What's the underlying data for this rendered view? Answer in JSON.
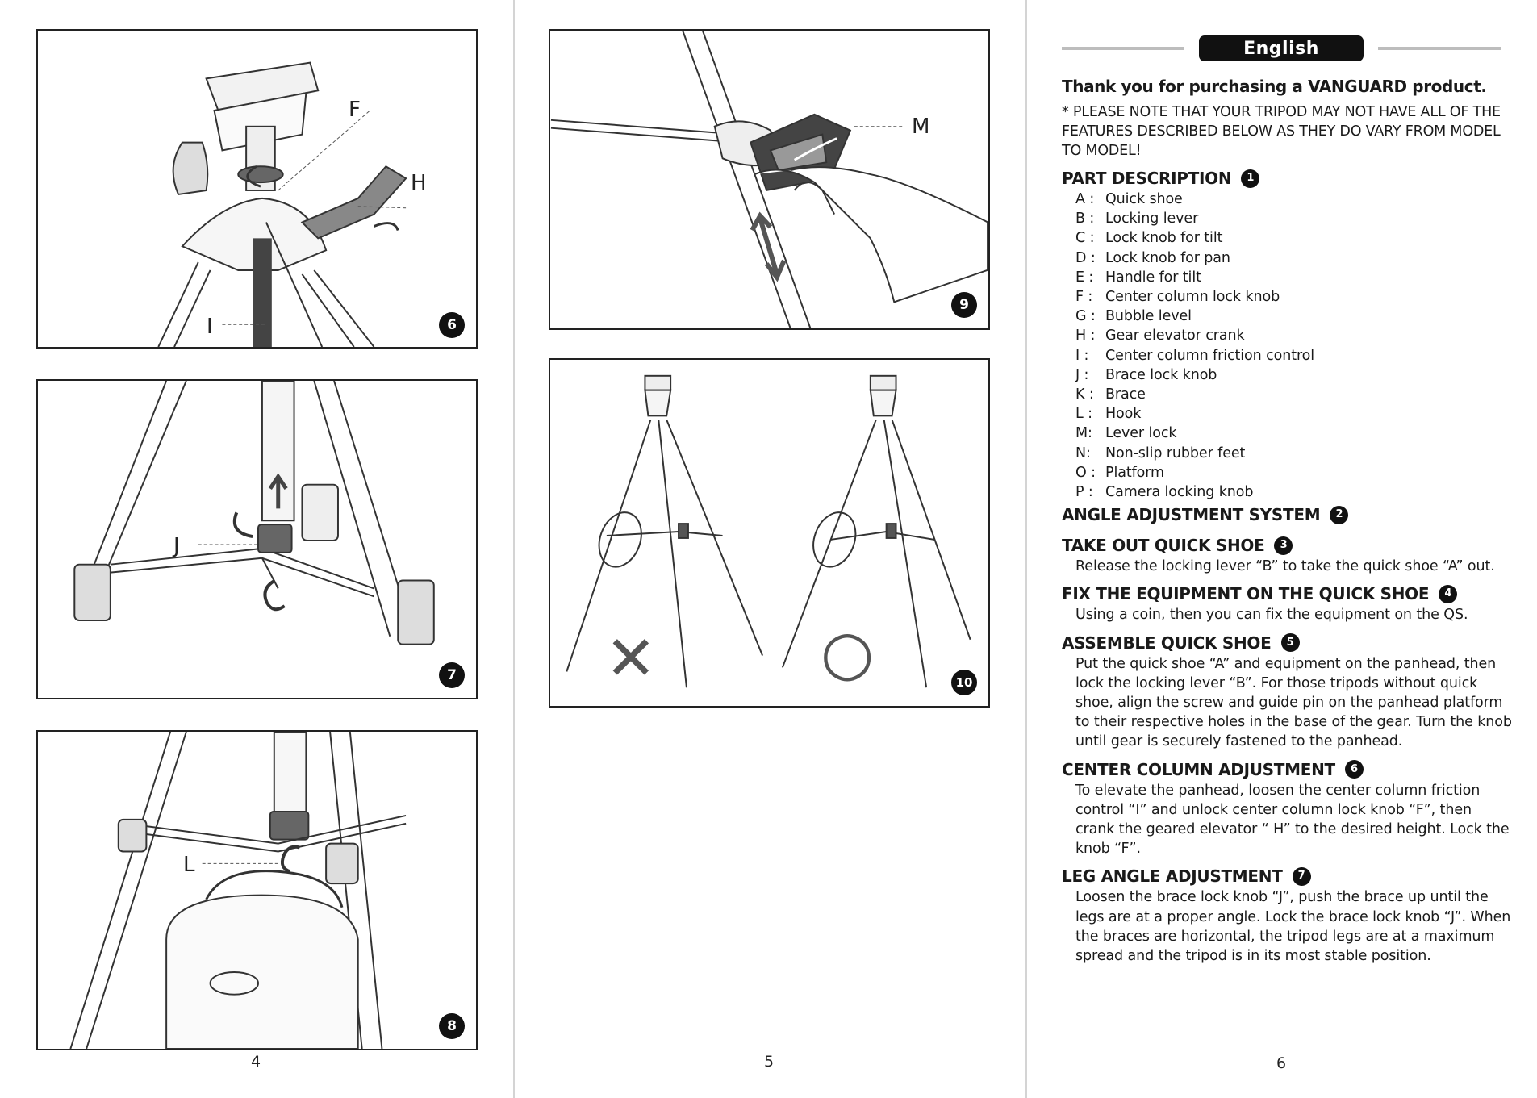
{
  "left_page": {
    "figures": [
      {
        "number": "6",
        "callouts": [
          "F",
          "H",
          "I"
        ]
      },
      {
        "number": "7",
        "callouts": [
          "J"
        ]
      },
      {
        "number": "8",
        "callouts": [
          "L"
        ]
      }
    ],
    "page_number": "4"
  },
  "mid_page": {
    "figures": [
      {
        "number": "9",
        "callouts": [
          "M"
        ]
      },
      {
        "number": "10",
        "callouts": []
      }
    ],
    "wrong_mark": "✕",
    "right_mark": "○",
    "page_number": "5"
  },
  "right_page": {
    "language_label": "English",
    "thanks": "Thank you for purchasing a VANGUARD product.",
    "note": "* PLEASE NOTE THAT YOUR TRIPOD MAY NOT HAVE ALL OF THE FEATURES DESCRIBED BELOW AS THEY DO VARY FROM MODEL TO MODEL!",
    "part_description": {
      "title": "PART DESCRIPTION",
      "badge": "1",
      "items": [
        {
          "letter": "A :",
          "text": "Quick shoe"
        },
        {
          "letter": "B :",
          "text": "Locking lever"
        },
        {
          "letter": "C :",
          "text": "Lock knob for tilt"
        },
        {
          "letter": "D :",
          "text": "Lock knob for pan"
        },
        {
          "letter": "E :",
          "text": "Handle for tilt"
        },
        {
          "letter": "F :",
          "text": "Center column lock knob"
        },
        {
          "letter": "G :",
          "text": "Bubble level"
        },
        {
          "letter": "H :",
          "text": "Gear elevator crank"
        },
        {
          "letter": "I :",
          "text": "Center column friction control"
        },
        {
          "letter": "J :",
          "text": "Brace lock knob"
        },
        {
          "letter": "K :",
          "text": "Brace"
        },
        {
          "letter": "L :",
          "text": "Hook"
        },
        {
          "letter": "M:",
          "text": "Lever lock"
        },
        {
          "letter": "N:",
          "text": "Non-slip rubber feet"
        },
        {
          "letter": "O :",
          "text": "Platform"
        },
        {
          "letter": "P :",
          "text": "Camera locking knob"
        }
      ]
    },
    "sections": [
      {
        "title": "ANGLE ADJUSTMENT SYSTEM",
        "badge": "2",
        "body": ""
      },
      {
        "title": "TAKE OUT QUICK SHOE",
        "badge": "3",
        "body": "Release the locking lever “B” to take the quick shoe “A” out."
      },
      {
        "title": "FIX THE EQUIPMENT ON THE QUICK SHOE",
        "badge": "4",
        "body": "Using a coin, then you can fix the equipment on the QS."
      },
      {
        "title": "ASSEMBLE QUICK SHOE",
        "badge": "5",
        "body": "Put the quick shoe “A” and equipment on the panhead, then lock the locking lever “B”.  For those tripods without quick shoe, align the screw and guide pin on the panhead platform to their respective holes in the base of the gear. Turn the knob until gear is securely fastened to the panhead."
      },
      {
        "title": "CENTER COLUMN ADJUSTMENT",
        "badge": "6",
        "body": "To elevate the panhead, loosen the center column friction control “I” and unlock center column lock knob “F”, then crank the geared elevator “ H” to the desired height. Lock the knob “F”."
      },
      {
        "title": "LEG ANGLE ADJUSTMENT",
        "badge": "7",
        "body": "Loosen the brace lock knob “J”, push the brace up until the legs are at a proper angle. Lock the brace lock knob “J”. When the braces are horizontal, the tripod legs are at a maximum spread and the tripod is in its most stable position."
      }
    ],
    "page_number": "6"
  }
}
